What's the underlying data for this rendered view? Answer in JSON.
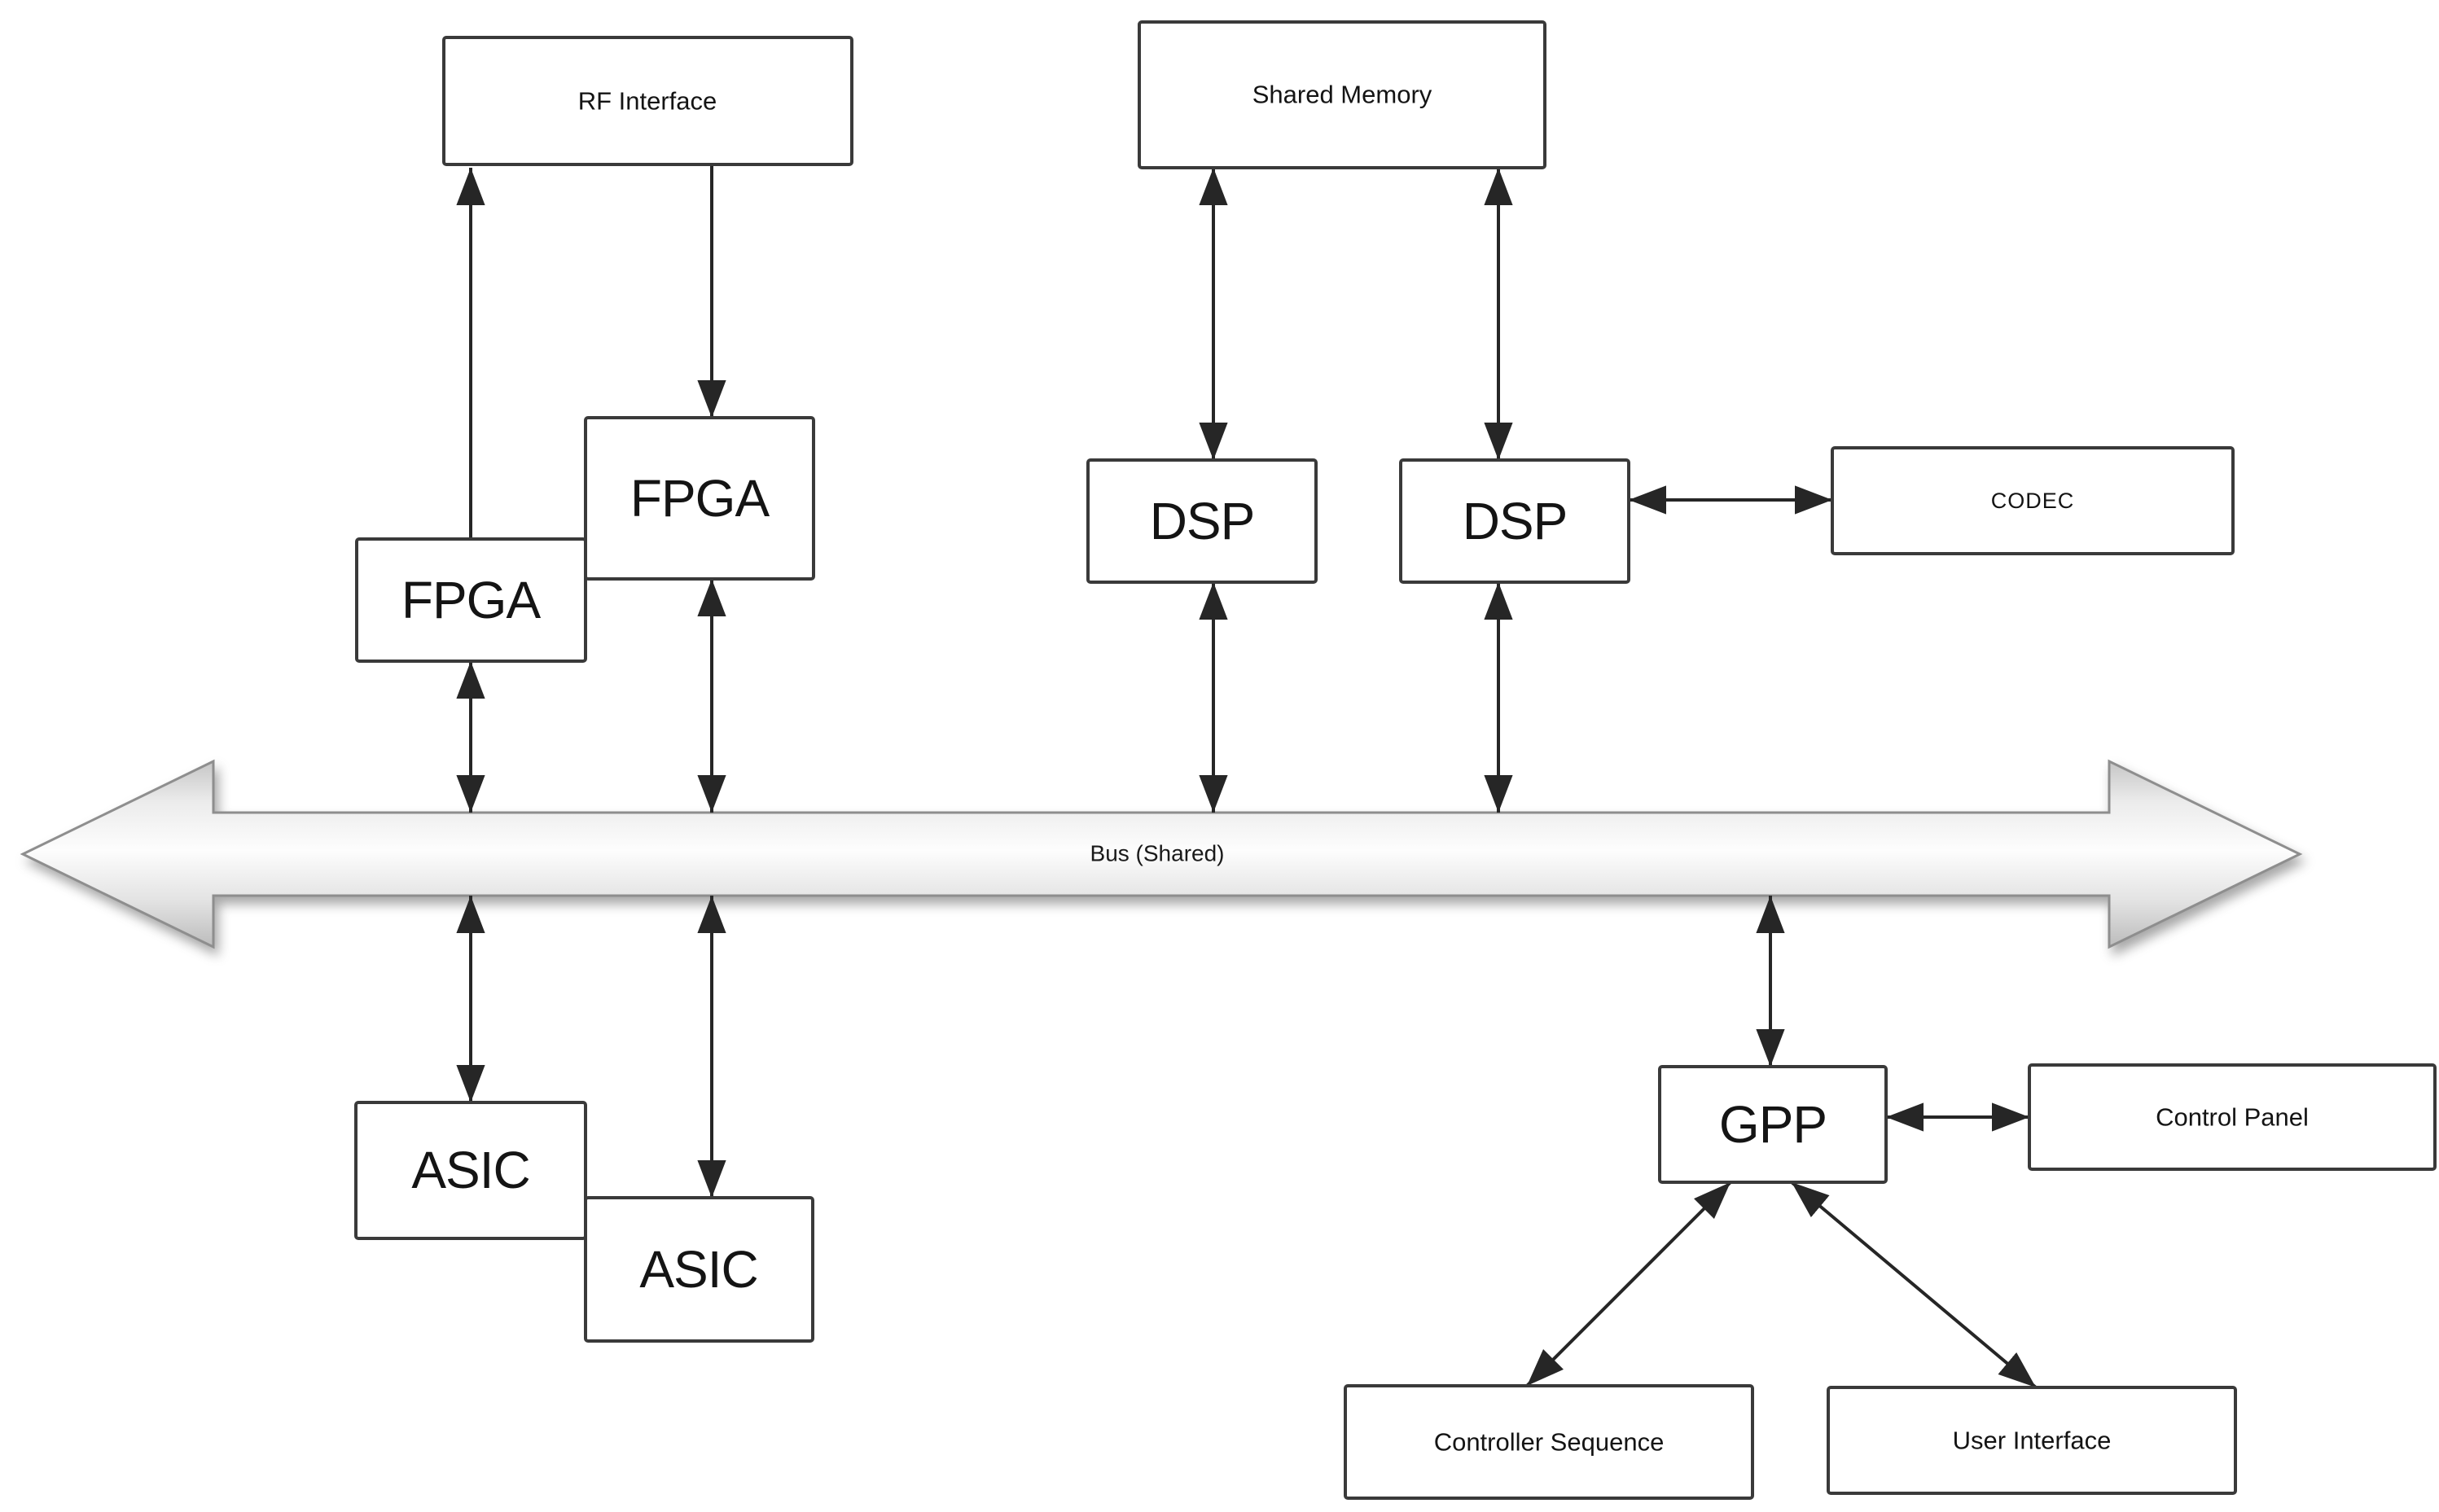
{
  "bus": {
    "label": "Bus (Shared)"
  },
  "boxes": {
    "rf_interface": {
      "label": "RF Interface"
    },
    "shared_memory": {
      "label": "Shared Memory"
    },
    "fpga_top": {
      "label": "FPGA"
    },
    "fpga_bottom": {
      "label": "FPGA"
    },
    "dsp_left": {
      "label": "DSP"
    },
    "dsp_right": {
      "label": "DSP"
    },
    "codec": {
      "label": "CODEC"
    },
    "asic_top": {
      "label": "ASIC"
    },
    "asic_bottom": {
      "label": "ASIC"
    },
    "gpp": {
      "label": "GPP"
    },
    "control_panel": {
      "label": "Control Panel"
    },
    "controller_sequence": {
      "label": "Controller Sequence"
    },
    "user_interface": {
      "label": "User Interface"
    }
  },
  "connections": [
    {
      "from": "fpga_bottom",
      "to": "rf_interface",
      "heads": "single-up"
    },
    {
      "from": "rf_interface",
      "to": "fpga_top",
      "heads": "single-down"
    },
    {
      "from": "fpga_bottom",
      "to": "bus",
      "heads": "double"
    },
    {
      "from": "fpga_top",
      "to": "bus",
      "heads": "double"
    },
    {
      "from": "shared_memory",
      "to": "dsp_left",
      "heads": "double"
    },
    {
      "from": "shared_memory",
      "to": "dsp_right",
      "heads": "double"
    },
    {
      "from": "dsp_left",
      "to": "bus",
      "heads": "double"
    },
    {
      "from": "dsp_right",
      "to": "bus",
      "heads": "double"
    },
    {
      "from": "dsp_right",
      "to": "codec",
      "heads": "double"
    },
    {
      "from": "bus",
      "to": "asic_top",
      "heads": "double"
    },
    {
      "from": "bus",
      "to": "asic_bottom",
      "heads": "double"
    },
    {
      "from": "bus",
      "to": "gpp",
      "heads": "double"
    },
    {
      "from": "gpp",
      "to": "control_panel",
      "heads": "double"
    },
    {
      "from": "gpp",
      "to": "controller_sequence",
      "heads": "double"
    },
    {
      "from": "gpp",
      "to": "user_interface",
      "heads": "double"
    }
  ],
  "colors": {
    "background": "#ffffff",
    "box_border": "#3a3a3a",
    "box_fill": "#ffffff",
    "text": "#141414",
    "line": "#262626",
    "bus_border": "#8e8e8e",
    "bus_fill_light": "#fdfdfd",
    "bus_fill_dark": "#bfbfbf"
  }
}
